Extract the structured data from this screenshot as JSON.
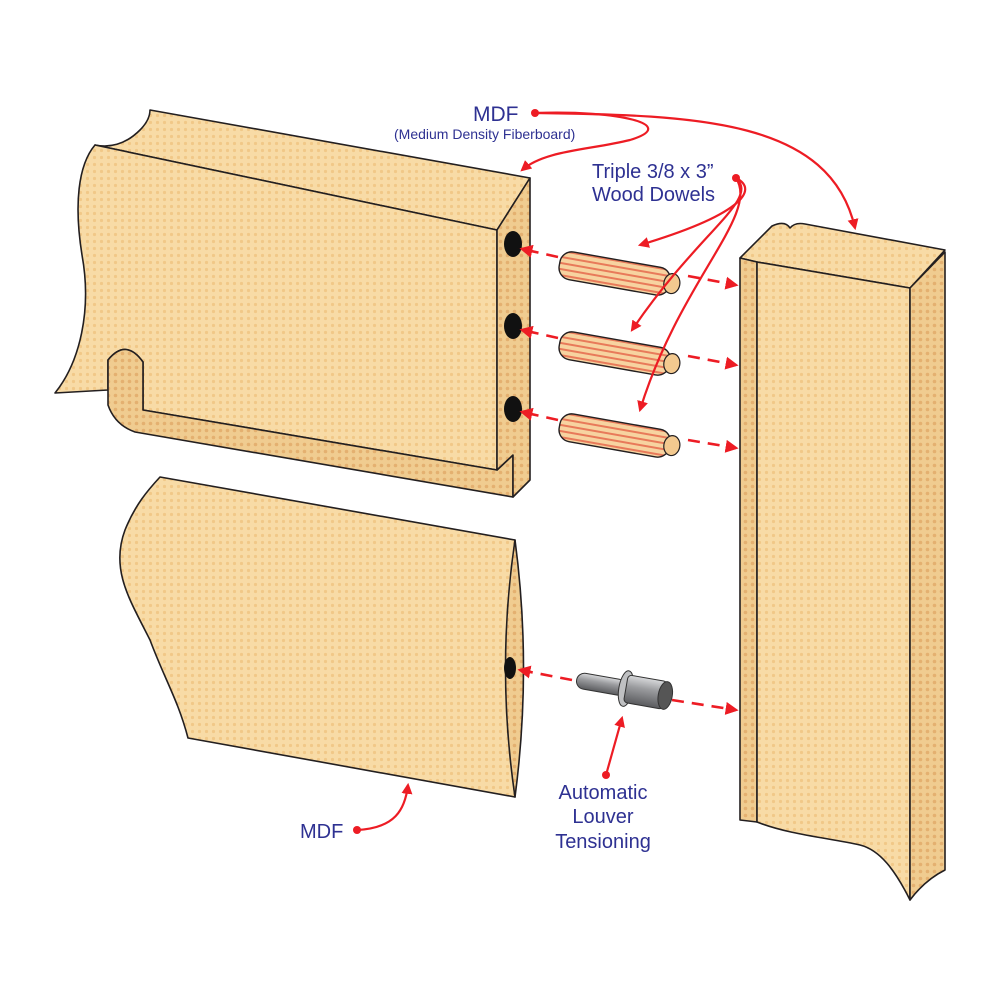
{
  "labels": {
    "mdf_top": "MDF",
    "mdf_top_sub": "(Medium Density Fiberboard)",
    "dowels_line1": "Triple 3/8 x 3”",
    "dowels_line2": "Wood Dowels",
    "mdf_bottom": "MDF",
    "tension_line1": "Automatic",
    "tension_line2": "Louver",
    "tension_line3": "Tensioning"
  },
  "colors": {
    "label_text": "#2e3192",
    "leader": "#ed1c24",
    "wood": "#f8dba6",
    "wood_dot": "#f0c27e"
  }
}
